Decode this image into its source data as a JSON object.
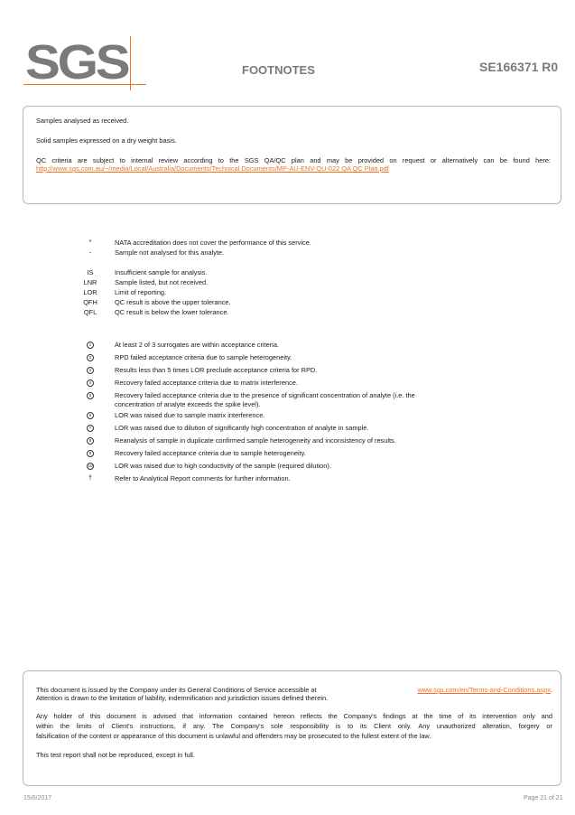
{
  "header": {
    "logo_text": "SGS",
    "title": "FOOTNOTES",
    "report_id": "SE166371 R0"
  },
  "colors": {
    "brand_orange": "#f37021",
    "logo_grey": "#7a7a7a",
    "border": "#b8b8b8"
  },
  "intro": {
    "line1": "Samples analysed as received.",
    "line2": "Solid samples expressed on a dry weight basis.",
    "qc_text": "QC criteria are subject to internal review according to the SGS QA/QC plan and may be provided on request or alternatively can be found here:",
    "qc_link": "http://www.sgs.com.au/~/media/Local/Australia/Documents/Technical Documents/MP-AU-ENV-QU-022 QA QC Plan.pdf"
  },
  "symbols": [
    {
      "code": "*",
      "text": "NATA accreditation does not cover the performance of this service."
    },
    {
      "code": "-",
      "text": "Sample not analysed for this analyte."
    }
  ],
  "abbreviations": [
    {
      "code": "IS",
      "text": "Insufficient sample for analysis."
    },
    {
      "code": "LNR",
      "text": "Sample listed, but not received."
    },
    {
      "code": "LOR",
      "text": "Limit of reporting."
    },
    {
      "code": "QFH",
      "text": "QC result is above the upper tolerance."
    },
    {
      "code": "QFL",
      "text": "QC result is below the lower tolerance."
    }
  ],
  "numbered_notes": [
    {
      "code": "1",
      "text": "At least 2 of 3 surrogates are within acceptance criteria."
    },
    {
      "code": "2",
      "text": "RPD failed acceptance criteria due to sample heterogeneity."
    },
    {
      "code": "3",
      "text": "Results less than 5 times LOR preclude acceptance criteria for RPD."
    },
    {
      "code": "4",
      "text": "Recovery failed acceptance criteria due to matrix interference."
    },
    {
      "code": "5",
      "text": "Recovery failed acceptance criteria due to the presence of significant concentration of analyte (i.e. the",
      "text2": "concentration of analyte exceeds the spike level)."
    },
    {
      "code": "6",
      "text": "LOR was raised due to sample matrix interference."
    },
    {
      "code": "7",
      "text": "LOR was raised due to dilution of significantly high concentration of analyte in sample."
    },
    {
      "code": "8",
      "text": "Reanalysis of sample in duplicate confirmed sample heterogeneity and inconsistency of results."
    },
    {
      "code": "9",
      "text": "Recovery failed acceptance criteria due to sample heterogeneity."
    },
    {
      "code": "10",
      "text": "LOR was raised due to high conductivity of the sample (required dilution)."
    }
  ],
  "dagger_note": {
    "code": "†",
    "text": "Refer to Analytical Report comments for further information."
  },
  "disclaimer": {
    "p1_text": "This document is issued by the Company under its General Conditions of Service accessible at",
    "p1_link": "www.sgs.com/en/Terms-and-Conditions.aspx",
    "p1_end": ".",
    "p1_line2": "Attention is drawn to the limitation of liability, indemnification and jurisdiction issues defined therein.",
    "p2_line1": "Any holder of this document is advised that information contained hereon reflects the Company's findings at the time of its intervention only and",
    "p2_line2": "within the limits of Client's instructions, if any. The Company's sole responsibility is to its Client only. Any unauthorized alteration, forgery or",
    "p2_line3": "falsification of the content or appearance of this document is unlawful and offenders may be prosecuted to the fullest extent of the law.",
    "p3": "This test report shall not be reproduced, except in full."
  },
  "footer": {
    "date": "15/6/2017",
    "page": "Page 21 of 21"
  }
}
